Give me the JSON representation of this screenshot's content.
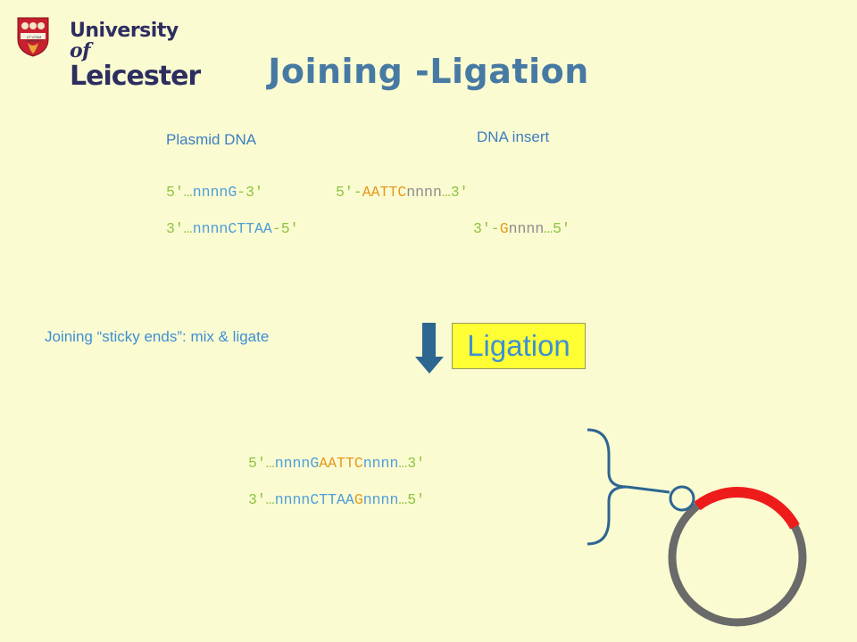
{
  "header": {
    "logo_line1": "University",
    "logo_of": "of",
    "logo_line2": "Leicester",
    "crest_motto": "UT VITAM HABEANT",
    "title": "Joining -Ligation"
  },
  "labels": {
    "plasmid": "Plasmid DNA",
    "insert": "DNA insert"
  },
  "sequences": {
    "plasmid_top": {
      "p1": "5'…",
      "p2": "nnnnG",
      "p3": "-3'"
    },
    "insert_top": {
      "p1": "5'-",
      "p2": "AATTC",
      "p3": "nnnn",
      "p4": "…3'"
    },
    "plasmid_bottom": {
      "p1": "3'…",
      "p2": "nnnnCTTAA",
      "p3": "-5'"
    },
    "insert_bottom": {
      "p1": "3'-",
      "p2": "G",
      "p3": "nnnn",
      "p4": "…5'"
    },
    "result_top": {
      "p1": "5'…",
      "p2": "nnnnG",
      "p3": "AATTC",
      "p4": "nnnn",
      "p5": "…3'"
    },
    "result_bottom": {
      "p1": "3'…",
      "p2": "nnnnCTTAA",
      "p3": "G",
      "p4": "nnnn",
      "p5": "…5'"
    }
  },
  "note": "Joining “sticky ends”: mix & ligate",
  "ligation_label": "Ligation",
  "colors": {
    "background": "#fbfbd2",
    "title": "#477aa3",
    "vector_blue": "#4f9fd6",
    "insert_orange": "#e49a1d",
    "end_green": "#8ec53f",
    "plasmid_ring": "#6a6a6a",
    "insert_red": "#ee1b1b",
    "arrow": "#2c6691",
    "label_box": "#ffff33"
  },
  "icons": {
    "logo": "university-crest-icon",
    "arrow": "arrow-down-icon",
    "plasmid": "plasmid-circle-icon"
  }
}
